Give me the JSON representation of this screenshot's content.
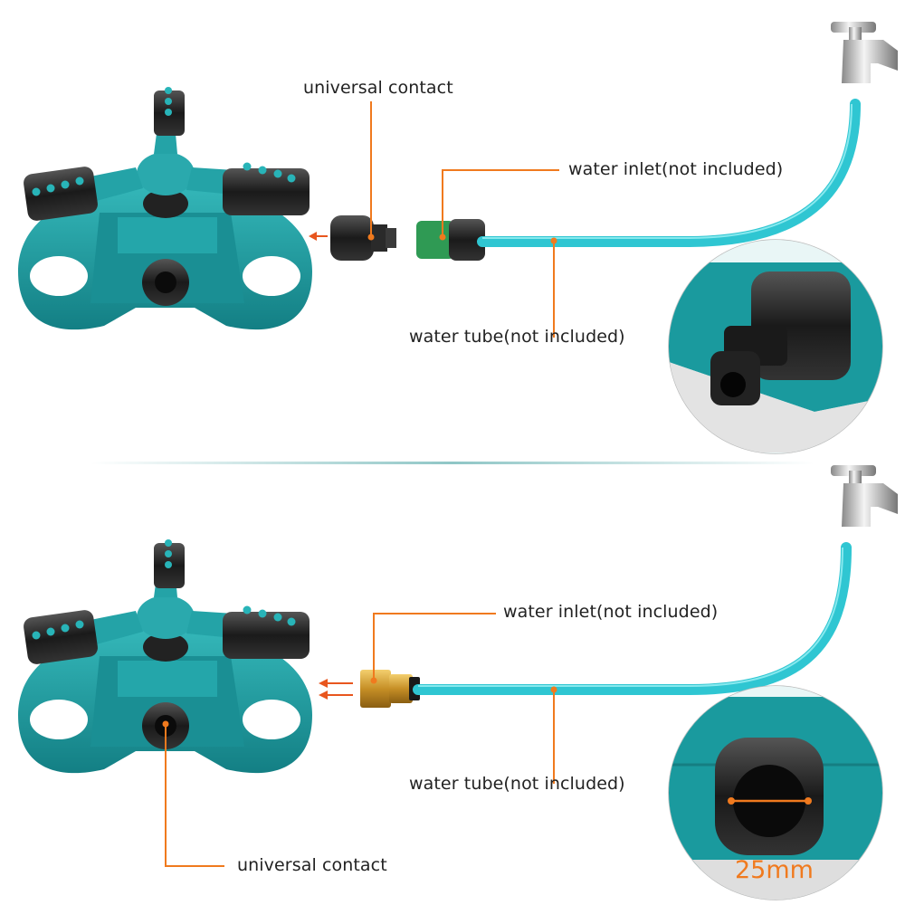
{
  "top_panel": {
    "label_universal_contact": "universal contact",
    "label_water_inlet": "water inlet(not included)",
    "label_water_tube": "water tube(not included)"
  },
  "bottom_panel": {
    "label_water_inlet": "water inlet(not included)",
    "label_water_tube": "water tube(not included)",
    "label_universal_contact": "universal contact",
    "measurement": "25mm"
  },
  "colors": {
    "sprinkler_teal": "#1e9ea2",
    "hose_cyan": "#2fc6d2",
    "leader_orange": "#f07a1e",
    "inlet_green": "#2f9a54",
    "brass": "#d8a53a"
  }
}
